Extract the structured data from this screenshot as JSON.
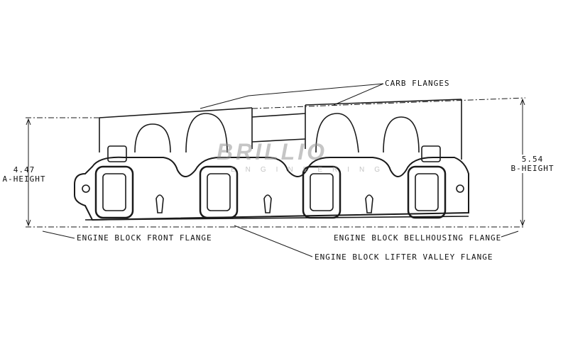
{
  "labels": {
    "carb_flanges": "CARB FLANGES",
    "front_flange": "ENGINE BLOCK FRONT FLANGE",
    "bellhousing_flange": "ENGINE BLOCK BELLHOUSING FLANGE",
    "lifter_valley_flange": "ENGINE BLOCK LIFTER VALLEY FLANGE"
  },
  "dimensions": {
    "a_value": "4.47",
    "a_label": "A-HEIGHT",
    "b_value": "5.54",
    "b_label": "B-HEIGHT"
  },
  "watermark": {
    "brand": "BRILLIO",
    "sub": "ENGINEERING"
  }
}
